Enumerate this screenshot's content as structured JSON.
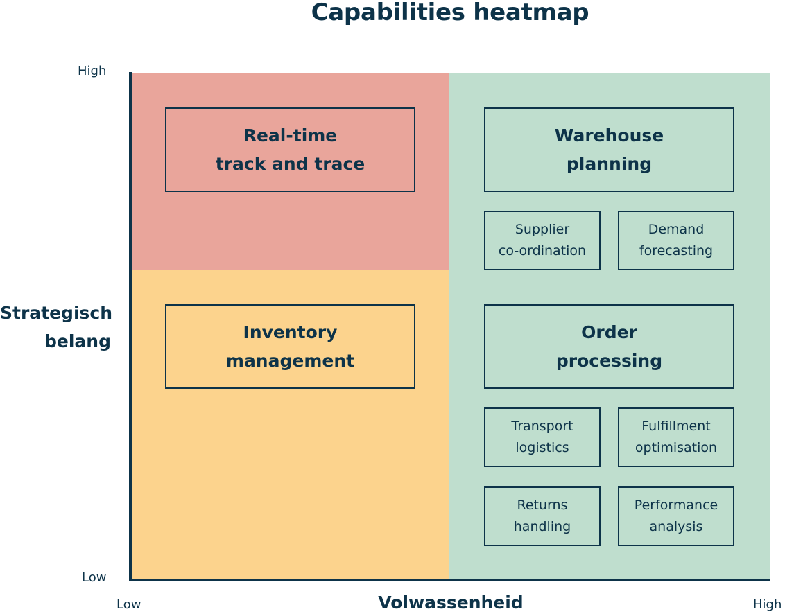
{
  "title": "Capabilities heatmap",
  "axes": {
    "y_label": "Strategisch\nbelang",
    "x_label": "Volwassenheid",
    "y_high": "High",
    "y_low": "Low",
    "x_low": "Low",
    "x_high": "High"
  },
  "colors": {
    "text": "#0d3349",
    "red_quadrant": "#e9a59b",
    "yellow_quadrant": "#fcd38d",
    "green_quadrant": "#bfdece"
  },
  "capabilities": {
    "real_time": "Real-time\ntrack and trace",
    "inventory": "Inventory\nmanagement",
    "warehouse": "Warehouse\nplanning",
    "supplier": "Supplier\nco-ordination",
    "demand": "Demand\nforecasting",
    "order": "Order\nprocessing",
    "transport": "Transport\nlogistics",
    "fulfillment": "Fulfillment\noptimisation",
    "returns": "Returns\nhandling",
    "performance": "Performance\nanalysis"
  }
}
